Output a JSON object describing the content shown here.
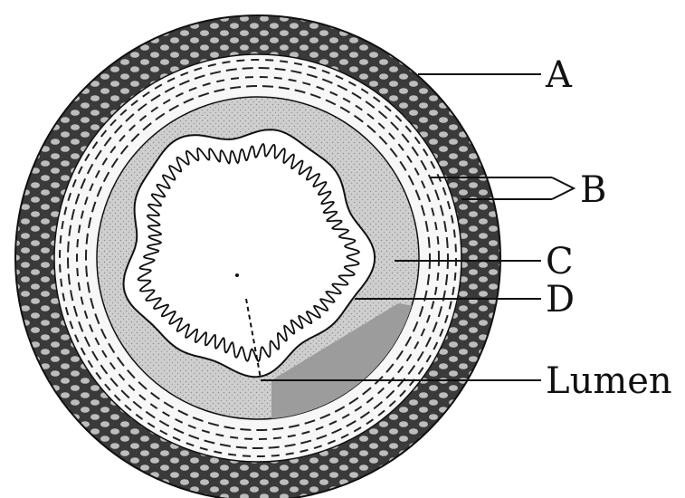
{
  "labels": {
    "a": "A",
    "b": "B",
    "c": "C",
    "d": "D",
    "lumen": "Lumen"
  },
  "colors": {
    "serosa": "#3a3a3a",
    "serosa_cells": "#bdbdbd",
    "muscle_bg": "#f7f7f7",
    "muscle_dash": "#222222",
    "submucosa": "#cfcfcf",
    "mucosa_patch": "#9c9c9c",
    "lumen": "#ffffff",
    "ink": "#111111"
  }
}
